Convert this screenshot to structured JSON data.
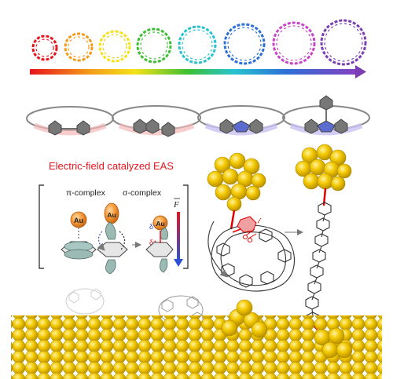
{
  "title": "Electric-field catalyzed EAS",
  "pi_label": "π-complex",
  "sigma_label": "σ-complex",
  "au": "Au",
  "delta_minus": "δ⁻",
  "delta_plus": "δ⁺",
  "field": "F",
  "colors": {
    "title": "#e8141c",
    "gold": "#f2c300",
    "gold_edge": "#a88700",
    "bond": "#e00000",
    "rainbow": [
      "#e8141c",
      "#f39a1a",
      "#f4e21a",
      "#3dbf32",
      "#27c4cf",
      "#2c6fd6",
      "#b544c8",
      "#7b3fb3"
    ]
  },
  "icons": [
    "scissors-icon",
    "arrow-right-icon",
    "curved-arrow-icon"
  ]
}
